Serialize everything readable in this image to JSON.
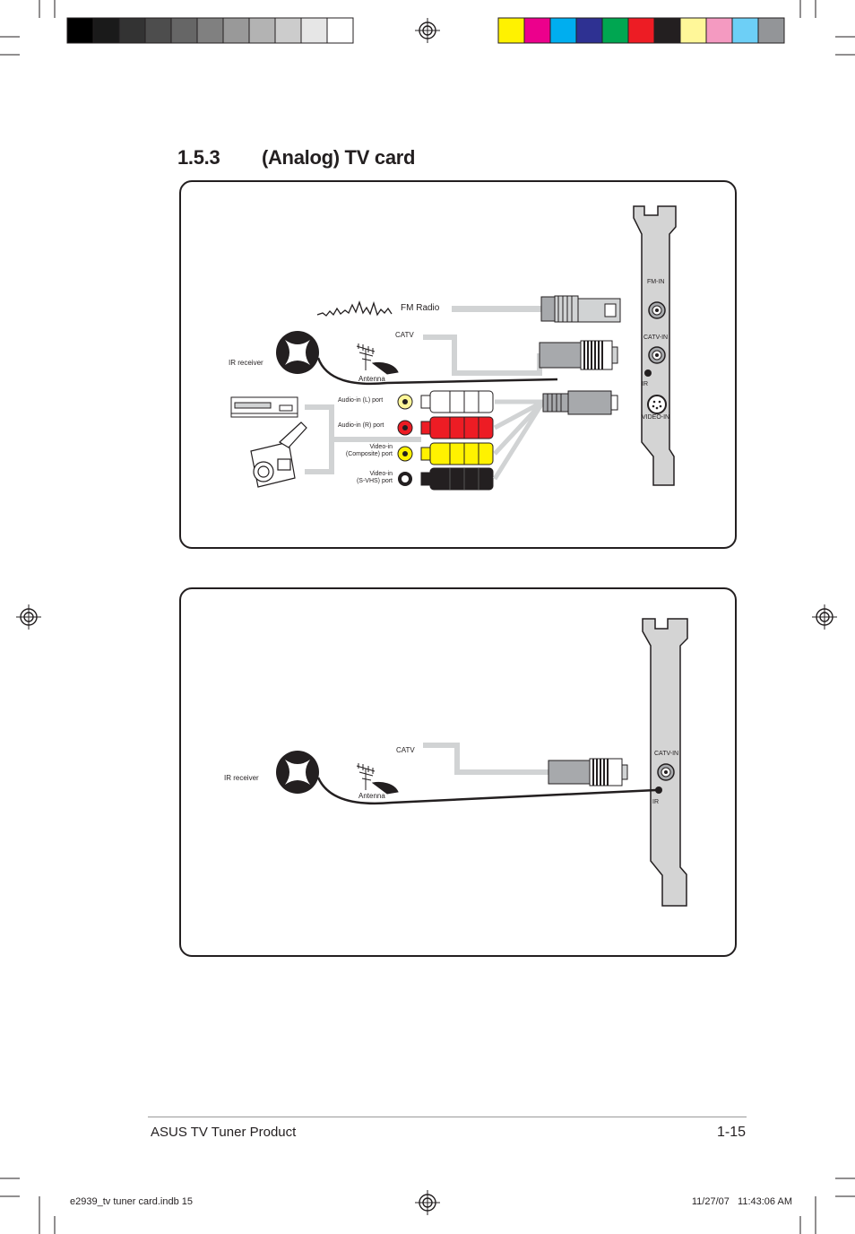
{
  "section": {
    "number": "1.5.3",
    "title": "(Analog) TV card"
  },
  "diagram1": {
    "fm_radio": "FM Radio",
    "catv": "CATV",
    "ir_receiver": "IR receiver",
    "antenna": "Antenna",
    "audio_in_l": "Audio-in (L) port",
    "audio_in_r": "Audio-in (R) port",
    "video_in_composite_line1": "Video-in",
    "video_in_composite_line2": "(Composite) port",
    "video_in_svhs_line1": "Video-in",
    "video_in_svhs_line2": "(S-VHS) port",
    "bracket": {
      "fm_in": "FM-IN",
      "catv_in": "CATV-IN",
      "ir": "IR",
      "video_in": "VIDEO-IN"
    }
  },
  "diagram2": {
    "catv": "CATV",
    "ir_receiver": "IR receiver",
    "antenna": "Antenna",
    "bracket": {
      "catv_in": "CATV-IN",
      "ir": "IR"
    }
  },
  "footer": {
    "product": "ASUS TV Tuner Product",
    "page": "1-15"
  },
  "slug": {
    "file": "e2939_tv tuner card.indb   15",
    "timestamp": "11/27/07   11:43:06 AM"
  },
  "colors": {
    "gray_bar": [
      "#000000",
      "#1a1a1a",
      "#333333",
      "#4d4d4d",
      "#666666",
      "#808080",
      "#999999",
      "#b3b3b3",
      "#cccccc",
      "#e6e6e6",
      "#ffffff"
    ],
    "color_bar": [
      "#fff200",
      "#ec008c",
      "#00aeef",
      "#2e3192",
      "#00a651",
      "#ed1c24",
      "#231f20",
      "#fff799",
      "#f49ac1",
      "#6dcff6",
      "#939598"
    ],
    "rca_white": "#ffffff",
    "rca_red": "#ed1c24",
    "rca_yellow": "#fff200",
    "svhs_black": "#231f20"
  }
}
